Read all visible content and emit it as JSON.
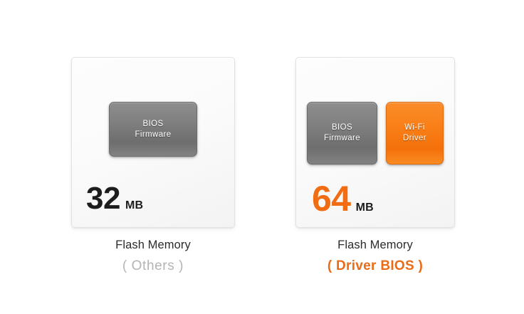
{
  "background_color": "#ffffff",
  "accent_color": "#f26c12",
  "muted_color": "#b4b4b4",
  "dark_text_color": "#1d1d1d",
  "panels": [
    {
      "id": "others",
      "chips": [
        {
          "name": "bios-firmware-chip",
          "color": "#7f7f7f",
          "line1": "BIOS",
          "line2": "Firmware"
        }
      ],
      "capacity": {
        "value": "32",
        "unit": "MB"
      },
      "caption": {
        "title": "Flash Memory",
        "subtitle": "( Others )"
      }
    },
    {
      "id": "driver-bios",
      "chips": [
        {
          "name": "bios-firmware-chip",
          "color": "#7f7f7f",
          "line1": "BIOS",
          "line2": "Firmware"
        },
        {
          "name": "wifi-driver-chip",
          "color": "#f4700a",
          "line1": "Wi-Fi",
          "line2": "Driver"
        }
      ],
      "capacity": {
        "value": "64",
        "unit": "MB"
      },
      "caption": {
        "title": "Flash Memory",
        "subtitle": "( Driver BIOS )"
      }
    }
  ]
}
